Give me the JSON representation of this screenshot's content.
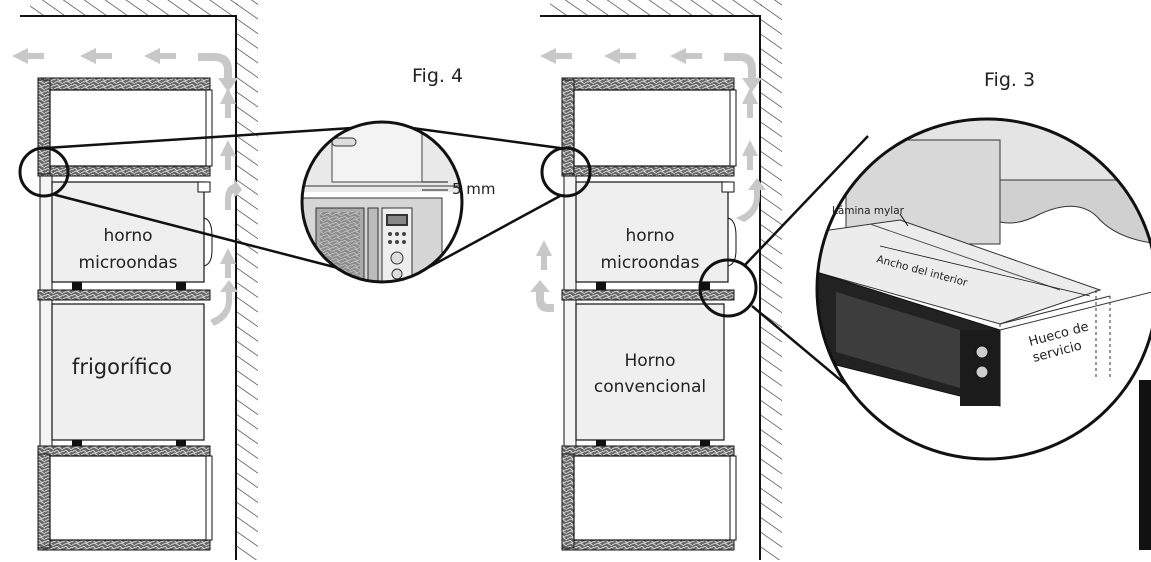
{
  "figures": {
    "fig4": "Fig. 4",
    "fig3": "Fig. 3"
  },
  "left_cabinet": {
    "oven_line1": "horno",
    "oven_line2": "microondas",
    "fridge": "frigorífico"
  },
  "right_cabinet": {
    "oven_line1": "horno",
    "oven_line2": "microondas",
    "conv_line1": "Horno",
    "conv_line2": "convencional"
  },
  "zoom": {
    "gap": "5 mm"
  },
  "detail": {
    "mylar": "Lámina mylar",
    "width": "Ancho del interior",
    "service_line1": "Hueco de",
    "service_line2": "servicio"
  },
  "colors": {
    "arrow": "#c8c8c8",
    "panel": "#efefef",
    "line": "#1a1a1a"
  }
}
